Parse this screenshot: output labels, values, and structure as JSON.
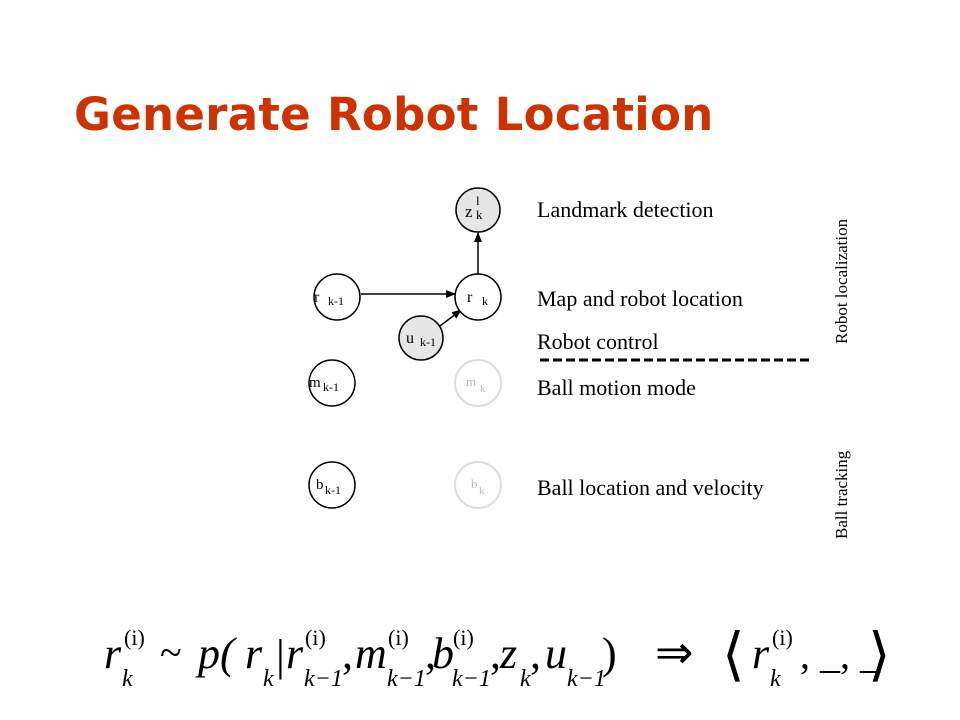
{
  "title": "Generate Robot Location",
  "nodes": {
    "z": {
      "main": "z",
      "sup": "l",
      "sub": "k"
    },
    "r_prev": {
      "main": "r",
      "sub": "k-1"
    },
    "r_cur": {
      "main": "r",
      "sub": "k"
    },
    "u_prev": {
      "main": "u",
      "sub": "k-1"
    },
    "m_prev": {
      "main": "m",
      "sub": "k-1"
    },
    "m_cur": {
      "main": "m",
      "sub": "k"
    },
    "b_prev": {
      "main": "b",
      "sub": "k-1"
    },
    "b_cur": {
      "main": "b",
      "sub": "k"
    }
  },
  "labels": {
    "landmark": "Landmark detection",
    "map_robot": "Map and robot location",
    "robot_control": "Robot control",
    "ball_motion": "Ball motion mode",
    "ball_location": "Ball location and velocity"
  },
  "side_labels": {
    "robot_localization": "Robot localization",
    "ball_tracking": "Ball tracking"
  },
  "formula": {
    "lhs_var": "r",
    "lhs_sub": "k",
    "lhs_sup": "(i)",
    "sim": "~",
    "p": "p(",
    "r": "r",
    "r_sub": "k",
    "bar": "|",
    "r2": "r",
    "r2_sub": "k−1",
    "r2_sup": "(i)",
    "c1": ",",
    "m": "m",
    "m_sub": "k−1",
    "m_sup": "(i)",
    "c2": ",",
    "b": "b",
    "b_sub": "k−1",
    "b_sup": "(i)",
    "c3": ",",
    "z": "z",
    "z_sub": "k",
    "c4": ",",
    "u": "u",
    "u_sub": "k−1",
    "close": ")",
    "implies": "⇒",
    "langle": "⟨",
    "rr": "r",
    "rr_sub": "k",
    "rr_sup": "(i)",
    "tail": ", _, _",
    "rangle": "⟩"
  }
}
